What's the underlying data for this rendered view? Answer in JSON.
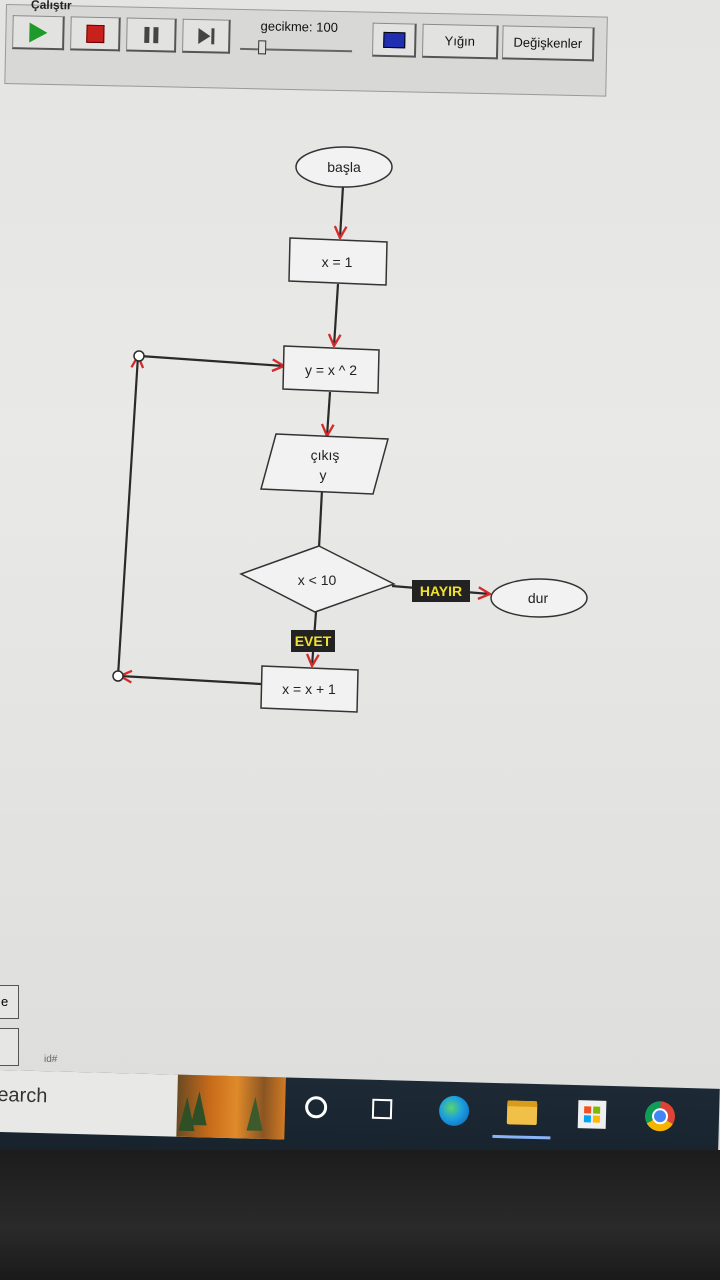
{
  "window": {
    "title": "Çalıştır"
  },
  "toolbar": {
    "delay_label": "gecikme: 100",
    "variables_label": "Değişkenler",
    "stack_label": "Yığın",
    "icons": [
      "play-icon",
      "stop-icon",
      "pause-icon",
      "step-icon",
      "color-icon"
    ]
  },
  "flowchart": {
    "start": "başla",
    "assign_x": "x = 1",
    "compute_y": "y = x ^ 2",
    "output_line1": "çıkış",
    "output_line2": "y",
    "condition": "x < 10",
    "no_label": "HAYIR",
    "yes_label": "EVET",
    "end": "dur",
    "increment": "x = x + 1",
    "colors": {
      "arrow_head": "#d52b2b",
      "tag_bg": "#222222",
      "tag_text": "#f2e12a"
    }
  },
  "side": {
    "panel_letter": "e",
    "id_label": "id#"
  },
  "taskbar": {
    "search_text": "earch",
    "icons": [
      "search-circle-icon",
      "task-view-icon",
      "edge-icon",
      "file-explorer-icon",
      "store-icon",
      "chrome-icon"
    ]
  }
}
